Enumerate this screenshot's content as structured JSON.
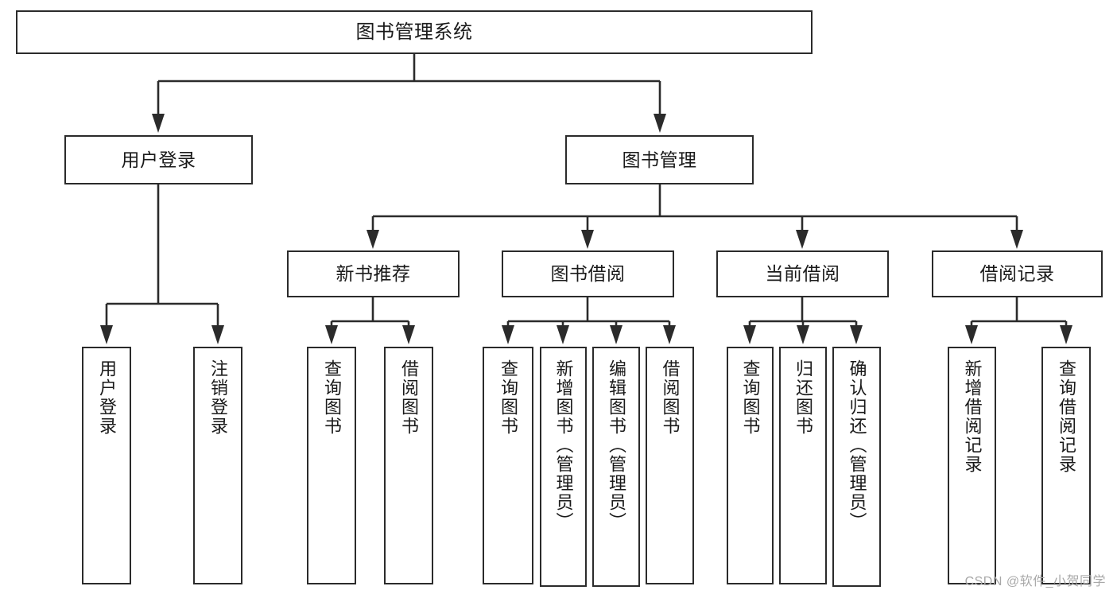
{
  "diagram": {
    "title": "图书管理系统",
    "type": "functional-structure-tree",
    "background_color": "#ffffff",
    "line_color": "#2b2b2b",
    "box_fill": "#ffffff",
    "text_color": "#1a1a1a"
  },
  "root": {
    "label": "图书管理系统"
  },
  "level2": [
    {
      "label": "用户登录"
    },
    {
      "label": "图书管理"
    }
  ],
  "level3": [
    {
      "label": "新书推荐"
    },
    {
      "label": "图书借阅"
    },
    {
      "label": "当前借阅"
    },
    {
      "label": "借阅记录"
    }
  ],
  "leaves": {
    "user_login": [
      {
        "label": "用户登录"
      },
      {
        "label": "注销登录"
      }
    ],
    "new_book_recommend": [
      {
        "label": "查询图书"
      },
      {
        "label": "借阅图书"
      }
    ],
    "book_borrow": [
      {
        "label": "查询图书"
      },
      {
        "label": "新增图书（管理员）"
      },
      {
        "label": "编辑图书（管理员）"
      },
      {
        "label": "借阅图书"
      }
    ],
    "current_borrow": [
      {
        "label": "查询图书"
      },
      {
        "label": "归还图书"
      },
      {
        "label": "确认归还（管理员）"
      }
    ],
    "borrow_record": [
      {
        "label": "新增借阅记录"
      },
      {
        "label": "查询借阅记录"
      }
    ]
  },
  "watermark": {
    "text": "CSDN @软件_小贺同学",
    "color": "#a8a8a8"
  }
}
